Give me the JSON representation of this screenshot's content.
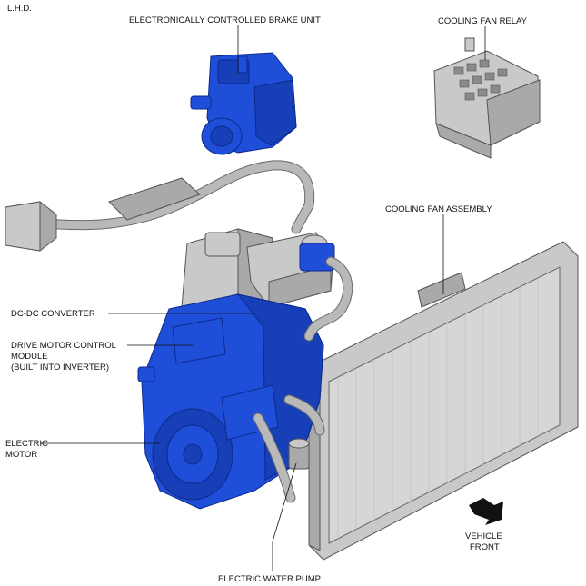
{
  "orientation_note": "L.H.D.",
  "labels": {
    "brake_unit": "ELECTRONICALLY CONTROLLED BRAKE UNIT",
    "cooling_fan_relay": "COOLING FAN RELAY",
    "cooling_fan_assembly": "COOLING FAN ASSEMBLY",
    "dc_dc_converter": "DC-DC CONVERTER",
    "drive_motor_module_line1": "DRIVE MOTOR CONTROL",
    "drive_motor_module_line2": "MODULE",
    "drive_motor_module_line3": "(BUILT INTO INVERTER)",
    "electric_motor_line1": "ELECTRIC",
    "electric_motor_line2": "MOTOR",
    "electric_water_pump": "ELECTRIC WATER PUMP",
    "vehicle_front_line1": "VEHICLE",
    "vehicle_front_line2": "FRONT"
  },
  "colors": {
    "highlight": "#1f4fd8",
    "component": "#c9c9c9",
    "outline": "#555555"
  }
}
